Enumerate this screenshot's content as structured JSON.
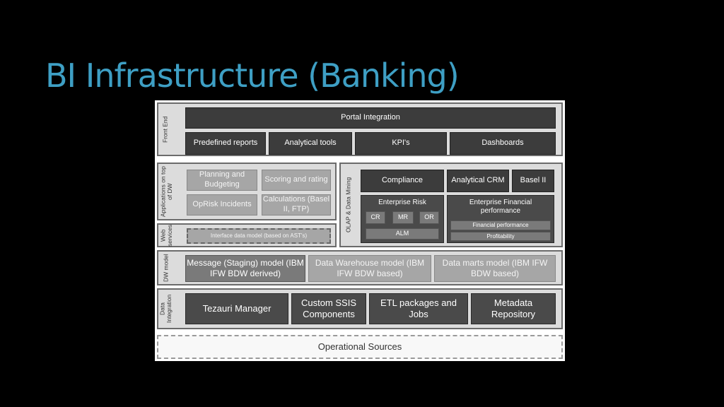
{
  "title": "BI Infrastructure (Banking)",
  "diagram": {
    "front_end": {
      "label": "Front End",
      "portal": "Portal Integration",
      "items": [
        "Predefined reports",
        "Analytical tools",
        "KPI's",
        "Dashboards"
      ]
    },
    "applications": {
      "label": "Applications on top of DW",
      "items": [
        "Planning and Budgeting",
        "Scoring and rating",
        "OpRisk Incidents",
        "Calculations (Basel II, FTP)"
      ]
    },
    "web_services": {
      "label": "Web services",
      "item": "Interface data model (based on AST's)"
    },
    "olap": {
      "label": "OLAP & Data Mining",
      "compliance": "Compliance",
      "analytical_crm": "Analytical CRM",
      "basel": "Basel II",
      "enterprise_risk": "Enterprise Risk",
      "risk_items": [
        "CR",
        "MR",
        "OR"
      ],
      "alm": "ALM",
      "enterprise_financial": "Enterprise Financial performance",
      "financial_performance": "Financial performance",
      "profitability": "Profitability"
    },
    "dw_model": {
      "label": "DW model",
      "items": [
        "Message (Staging) model (IBM IFW BDW derived)",
        "Data Warehouse model (IBM IFW BDW based)",
        "Data marts model (IBM IFW BDW based)"
      ]
    },
    "data_integration": {
      "label": "Data Integration",
      "items": [
        "Tezauri Manager",
        "Custom SSIS Components",
        "ETL packages and Jobs",
        "Metadata Repository"
      ]
    },
    "operational_sources": "Operational Sources"
  }
}
